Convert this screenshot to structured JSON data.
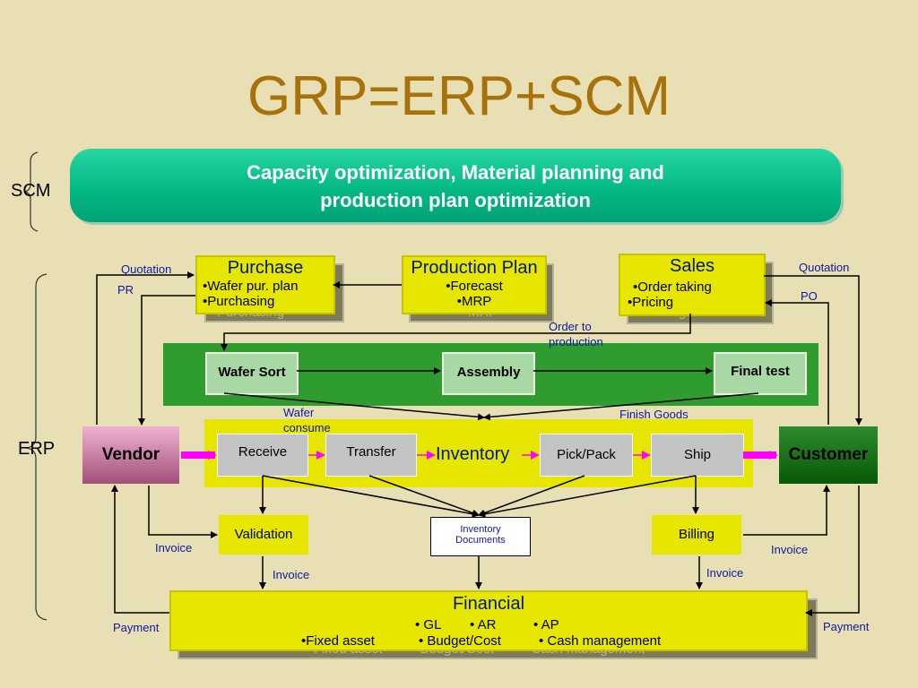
{
  "title": "GRP=ERP+SCM",
  "scm": {
    "side_label": "SCM",
    "line1": "Capacity optimization, Material planning and",
    "line2": "production plan optimization"
  },
  "erp": {
    "side_label": "ERP"
  },
  "purchase": {
    "title": "Purchase",
    "items": [
      "•Wafer pur. plan",
      "•Purchasing"
    ],
    "shadow_text": "Purchasing"
  },
  "production_plan": {
    "title": "Production Plan",
    "items": [
      "•Forecast",
      "•MRP"
    ],
    "shadow_text": "MRP"
  },
  "sales": {
    "title": "Sales",
    "items": [
      "•Order taking",
      "•Pricing"
    ],
    "shadow_text": "g"
  },
  "process": {
    "wafer_sort": "Wafer Sort",
    "assembly": "Assembly",
    "final_test": "Final test"
  },
  "inventory": {
    "title": "Inventory",
    "receive": "Receive",
    "transfer": "Transfer",
    "pick_pack": "Pick/Pack",
    "ship": "Ship"
  },
  "vendor": "Vendor",
  "customer": "Customer",
  "validation": "Validation",
  "billing": "Billing",
  "inventory_documents": {
    "line1": "Inventory",
    "line2": "Documents"
  },
  "financial": {
    "title": "Financial",
    "row1": [
      "• GL",
      "• AR",
      "• AP"
    ],
    "row2": [
      "•Fixed asset",
      "• Budget/Cost",
      "• Cash management"
    ],
    "shadow_text": "Fixed asset          Budget/Cost          Cash management"
  },
  "labels": {
    "quotation_left": "Quotation",
    "pr": "PR",
    "quotation_right": "Quotation",
    "po": "PO",
    "order_to_production_1": "Order to",
    "order_to_production_2": "production",
    "wafer_consume_1": "Wafer",
    "wafer_consume_2": "consume",
    "finish_goods": "Finish Goods",
    "invoice_left": "Invoice",
    "invoice_validation": "Invoice",
    "invoice_billing": "Invoice",
    "invoice_right": "Invoice",
    "payment_left": "Payment",
    "payment_right": "Payment"
  },
  "colors": {
    "title": "#a8720a",
    "scm_bar": "#04b884",
    "yellow": "#e6e600",
    "green_bar": "#2e9c2e",
    "arrow_magenta": "#ff00ff",
    "label_blue": "#0a1aa0"
  }
}
